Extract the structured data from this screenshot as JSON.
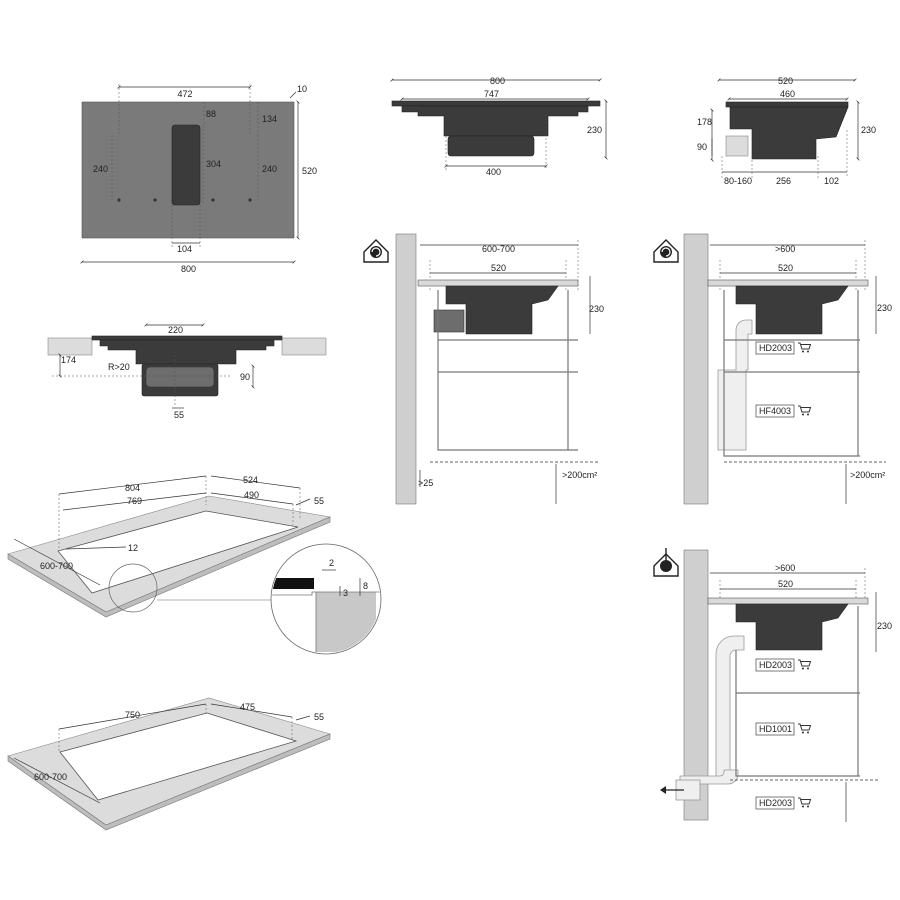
{
  "top_view": {
    "width": "800",
    "depth": "520",
    "edge": "10",
    "spacing": "472",
    "left_height": "240",
    "right_height": "240",
    "top_offset": "88",
    "right_offset": "134",
    "vent_length": "304",
    "vent_width": "104"
  },
  "front_view": {
    "overall": "800",
    "body": "747",
    "height": "230",
    "motor": "400"
  },
  "side_view": {
    "overall": "520",
    "body": "460",
    "height_total": "230",
    "height_side": "178",
    "outlet_height": "90",
    "outlet_offset": "80-160",
    "motor": "256",
    "rear": "102"
  },
  "install_section": {
    "width": "220",
    "height": "174",
    "radius": "R>20",
    "outlet": "90",
    "gap": "55"
  },
  "cutout_flush": {
    "outer_width": "804",
    "outer_depth": "524",
    "inner_width": "769",
    "inner_depth": "490",
    "edge": "55",
    "corner": "12",
    "worktop_depth": "600-700"
  },
  "detail": {
    "step_width": "2",
    "step_depth": "3",
    "total_depth": "8"
  },
  "cutout_standard": {
    "width": "750",
    "depth": "475",
    "edge": "55",
    "worktop_depth": "600-700"
  },
  "cabinet_a": {
    "worktop": "600-700",
    "hob": "520",
    "height": "230",
    "gap": ">25",
    "vent": ">200cm²"
  },
  "cabinet_b": {
    "worktop": ">600",
    "hob": "520",
    "height": "230",
    "tag1": "HD2003",
    "tag2": "HF4003",
    "vent": ">200cm²"
  },
  "cabinet_c": {
    "worktop": ">600",
    "hob": "520",
    "height": "230",
    "tag1": "HD2003",
    "tag2": "HD1001",
    "tag3": "HD2003"
  },
  "icons": [
    "recirculation-icon",
    "recirculation-plinth-icon",
    "extraction-icon",
    "cart-icon"
  ]
}
